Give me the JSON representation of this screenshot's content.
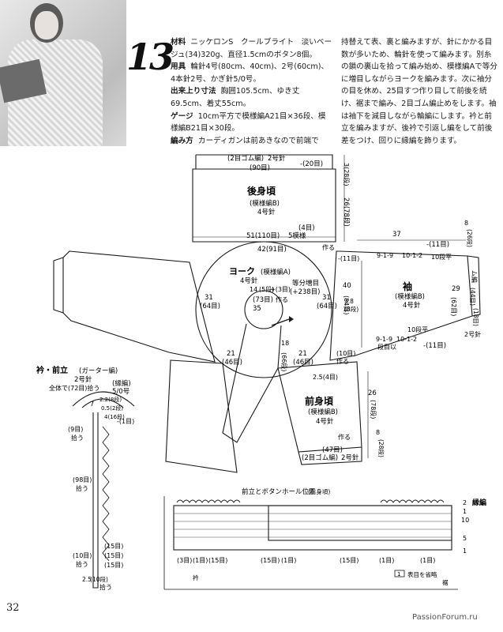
{
  "pattern_number": "13",
  "spec": {
    "yarn_label": "材料",
    "yarn_text": "ニッケロンS　クールブライト　淡いベージュ(34)320g、直径1.5cmのボタン8個。",
    "needles_label": "用具",
    "needles_text": "輪針4号(80cm、40cm)、2号(60cm)、4本針2号、かぎ針5/0号。",
    "size_label": "出来上り寸法",
    "size_text": "胸囲105.5cm、ゆき丈69.5cm、着丈55cm。",
    "gauge_label": "ゲージ",
    "gauge_text": "10cm平方で模様編A21目×36段、模様編B21目×30段。",
    "method_label": "編み方",
    "method_text": "カーディガンは前あきなので前端で"
  },
  "instructions": "持替えて表、裏と編みますが、針にかかる目数が多いため、輪針を使って編みます。別糸の鎖の裏山を拾って編み始め、模様編Aで等分に増目しながらヨークを編みます。次に袖分の目を休め、25目すつ作り目して前後を続け、裾まで編み、2目ゴム編止めをします。袖は袖下を減目しながら輪編にします。衿と前立を編みますが、後衿で引返し編をして前後差をつけ、回りに縁編を飾ります。",
  "diagram": {
    "back": {
      "title": "後身頃",
      "pattern": "(模様編B)",
      "needle": "4号針",
      "rib": "(2目ゴム編)",
      "rib_needle": "2号針",
      "dec20": "-(20目)",
      "rib_count": "(90目)",
      "width": "51(110目)",
      "width_suffix": "5模様",
      "join4": "(4目)",
      "h_rib": "3(28段)",
      "h_body": "26(78段)"
    },
    "yoke": {
      "title": "ヨーク",
      "pattern": "(模様編A)",
      "needle": "4号針",
      "inc_label": "等分増目",
      "inc_value": "(+238目)",
      "neck": "(73目)",
      "neck_label": "作る",
      "neck_len": "35",
      "depth_a": "14",
      "depth_b": "(5段)",
      "depth_c": "+(3目)",
      "top": "42(91目)",
      "side_l": "31",
      "side_l_b": "(64目)",
      "side_r": "31",
      "side_r_b": "(64目)",
      "mid_l": "21",
      "mid_l_b": "(46目)",
      "mid_r": "21",
      "mid_r_b": "(46目)",
      "h18": "18",
      "h18_b": "(66段)",
      "join": "2.5(4目)",
      "front_join": "作る",
      "front_join2": "作る"
    },
    "sleeve": {
      "title": "袖",
      "pattern": "(模様編B)",
      "needle": "4号針",
      "dec_top": "9-1-9",
      "dec_mid": "10-1-2",
      "dec_label": "10段平",
      "dec_bottom": "9-1-9",
      "dec_mid2": "10-1-2",
      "dec_label2": "10段平",
      "dec_row": "段目以",
      "w_top": "-(11目)",
      "w_bottom": "-(11目)",
      "h40": "40",
      "h40_b": "(84目)",
      "h38": "3.8",
      "h38_b": "(8段)",
      "h29": "29",
      "h29_b": "(62目)",
      "cuff_rib": "ム編",
      "cuff_count": "(44目)",
      "cuff_count2": "(18目)",
      "cuff_needle": "2号針",
      "len37": "37",
      "len8": "8",
      "len8_b": "(26段)",
      "join11": "-(11目)"
    },
    "front": {
      "title": "前身頃",
      "pattern": "(模様編B)",
      "needle": "4号針",
      "rib": "(2目ゴム編)",
      "rib_needle": "2号針",
      "count": "(47目)",
      "join": "(10目)",
      "join2": "作る",
      "h26": "26",
      "h26_b": "(78段)",
      "h8": "8",
      "h8_b": "(28段)"
    },
    "collar": {
      "title": "衿・前立",
      "pattern": "(ガーター編)",
      "needle": "2号針",
      "edge": "(縁編)",
      "edge_needle": "5/0号",
      "total": "全体で(72目)拾う",
      "n7": "7",
      "n22": "2.2(8段)",
      "n05": "0.5(2段)",
      "n4": "4(16段)",
      "n1": "-(1目)",
      "pick9": "(9目)",
      "pick9_b": "拾う",
      "pick98": "(98目)",
      "pick98_b": "拾う",
      "n15": "(15目)",
      "n10": "(10目)",
      "n10_b": "拾う",
      "n15_b": "(15目)",
      "n15_c": "(15目)",
      "bottom25": "2.5",
      "bottom10": "(10段)",
      "bottom_pick": "拾う"
    },
    "buttonband": {
      "title": "前立とボタンホール位置",
      "side": "(右身頃)",
      "edge_label": "縁編",
      "m2": "2",
      "m1": "1",
      "m10": "10",
      "m5": "5",
      "m1b": "1",
      "c3": "(3目)",
      "c1": "(1目)",
      "c15a": "(15目)",
      "c15b": "(15目)",
      "c15c": "(15目)",
      "c1b": "(1目)",
      "c1c": "(1目)",
      "c1d": "(1目)",
      "legend_box": "1",
      "legend_text": "表目を省略",
      "label_collar": "衿",
      "label_hem": "裾"
    }
  },
  "page_number": "32",
  "watermark": "PassionForum.ru"
}
